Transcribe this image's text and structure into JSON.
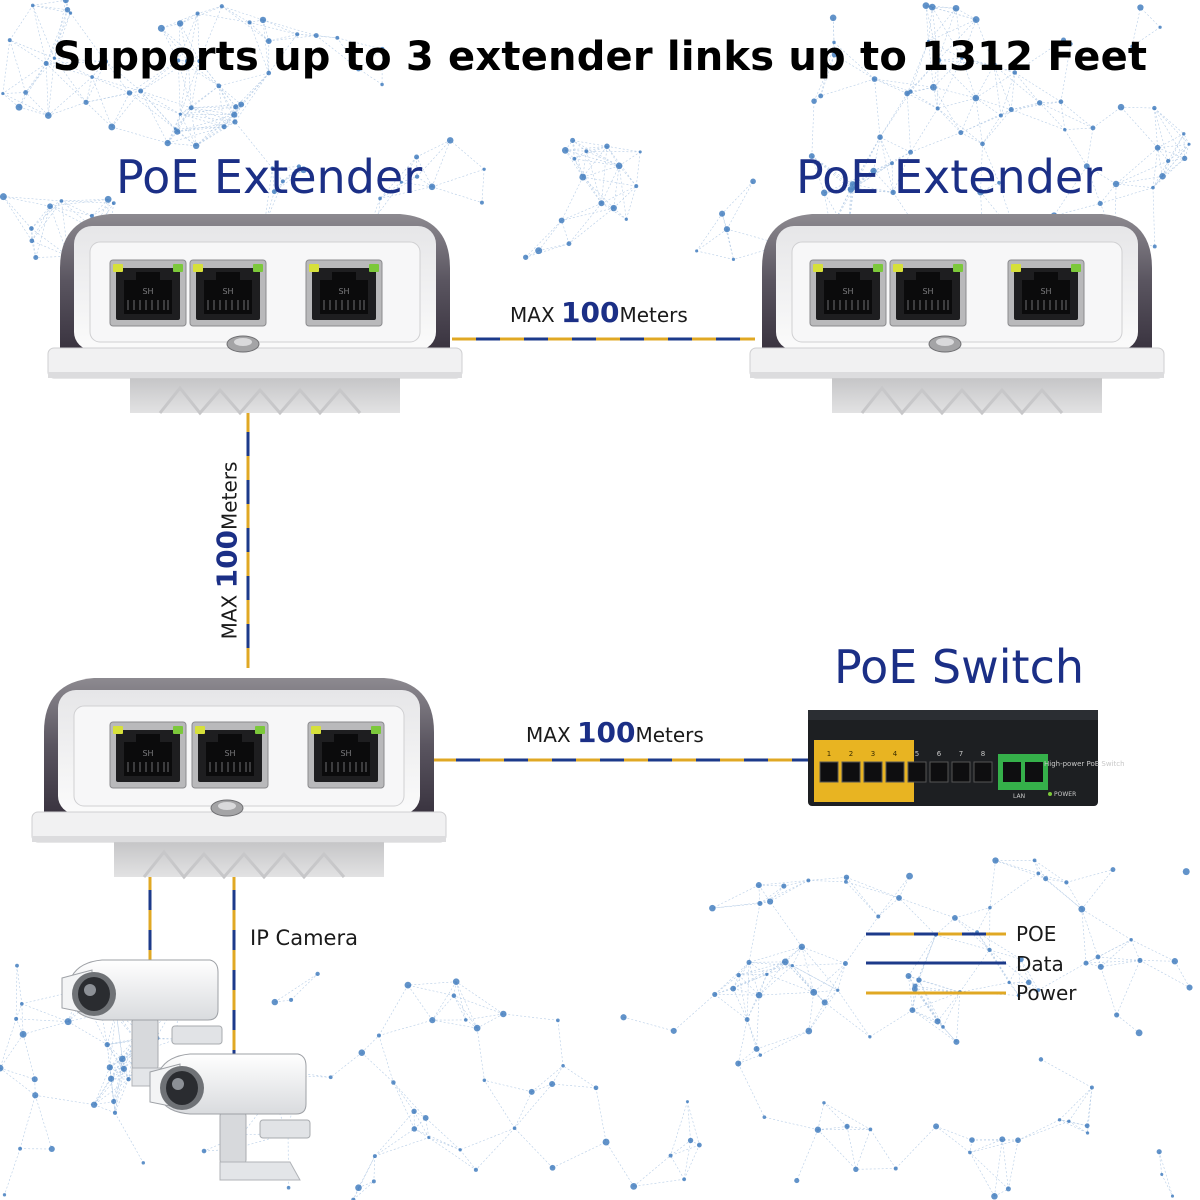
{
  "headline": "Supports up to 3 extender links up to 1312 Feet",
  "devices": {
    "extender_top_left": {
      "title": "PoE Extender"
    },
    "extender_top_right": {
      "title": "PoE Extender"
    },
    "extender_bottom": {
      "title": ""
    },
    "switch": {
      "title": "PoE Switch",
      "panel_label": "High-power PoE Switch",
      "port_numbers": [
        "1",
        "2",
        "3",
        "4",
        "5",
        "6",
        "7",
        "8"
      ],
      "lan_label": "LAN",
      "power_label": "POWER"
    },
    "port_marking": "SH"
  },
  "links": {
    "top_horizontal": {
      "prefix": "MAX",
      "value": "100",
      "unit": "Meters"
    },
    "vertical": {
      "prefix": "MAX",
      "value": "100",
      "unit": "Meters"
    },
    "bottom_horizontal": {
      "prefix": "MAX",
      "value": "100",
      "unit": "Meters"
    }
  },
  "camera_label": "IP Camera",
  "legend": [
    {
      "label": "POE",
      "style": "poe"
    },
    {
      "label": "Data",
      "style": "data"
    },
    {
      "label": "Power",
      "style": "power"
    }
  ],
  "colors": {
    "title_blue": "#1b2f86",
    "cable_blue": "#1c3a8a",
    "cable_gold": "#e0a824",
    "net_dots": "#2e6fb8",
    "led_green": "#7cc83a",
    "led_yellow": "#d6e03a",
    "switch_body": "#1d1f22",
    "switch_poe_zone": "#e8b422",
    "switch_uplink": "#35b04a"
  }
}
